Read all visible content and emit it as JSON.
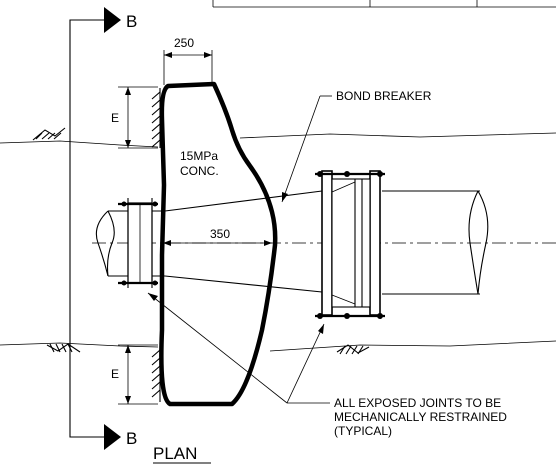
{
  "section_marker": {
    "letter_top": "B",
    "letter_bottom": "B"
  },
  "view_title": "PLAN",
  "labels": {
    "dim_width": "250",
    "dim_offset": "350",
    "dim_e_top": "E",
    "dim_e_bottom": "E",
    "concrete_line1": "15MPa",
    "concrete_line2": "CONC.",
    "bond_breaker": "BOND BREAKER",
    "joints_line1": "ALL EXPOSED JOINTS TO BE",
    "joints_line2": "MECHANICALLY RESTRAINED",
    "joints_line3": "(TYPICAL)"
  }
}
